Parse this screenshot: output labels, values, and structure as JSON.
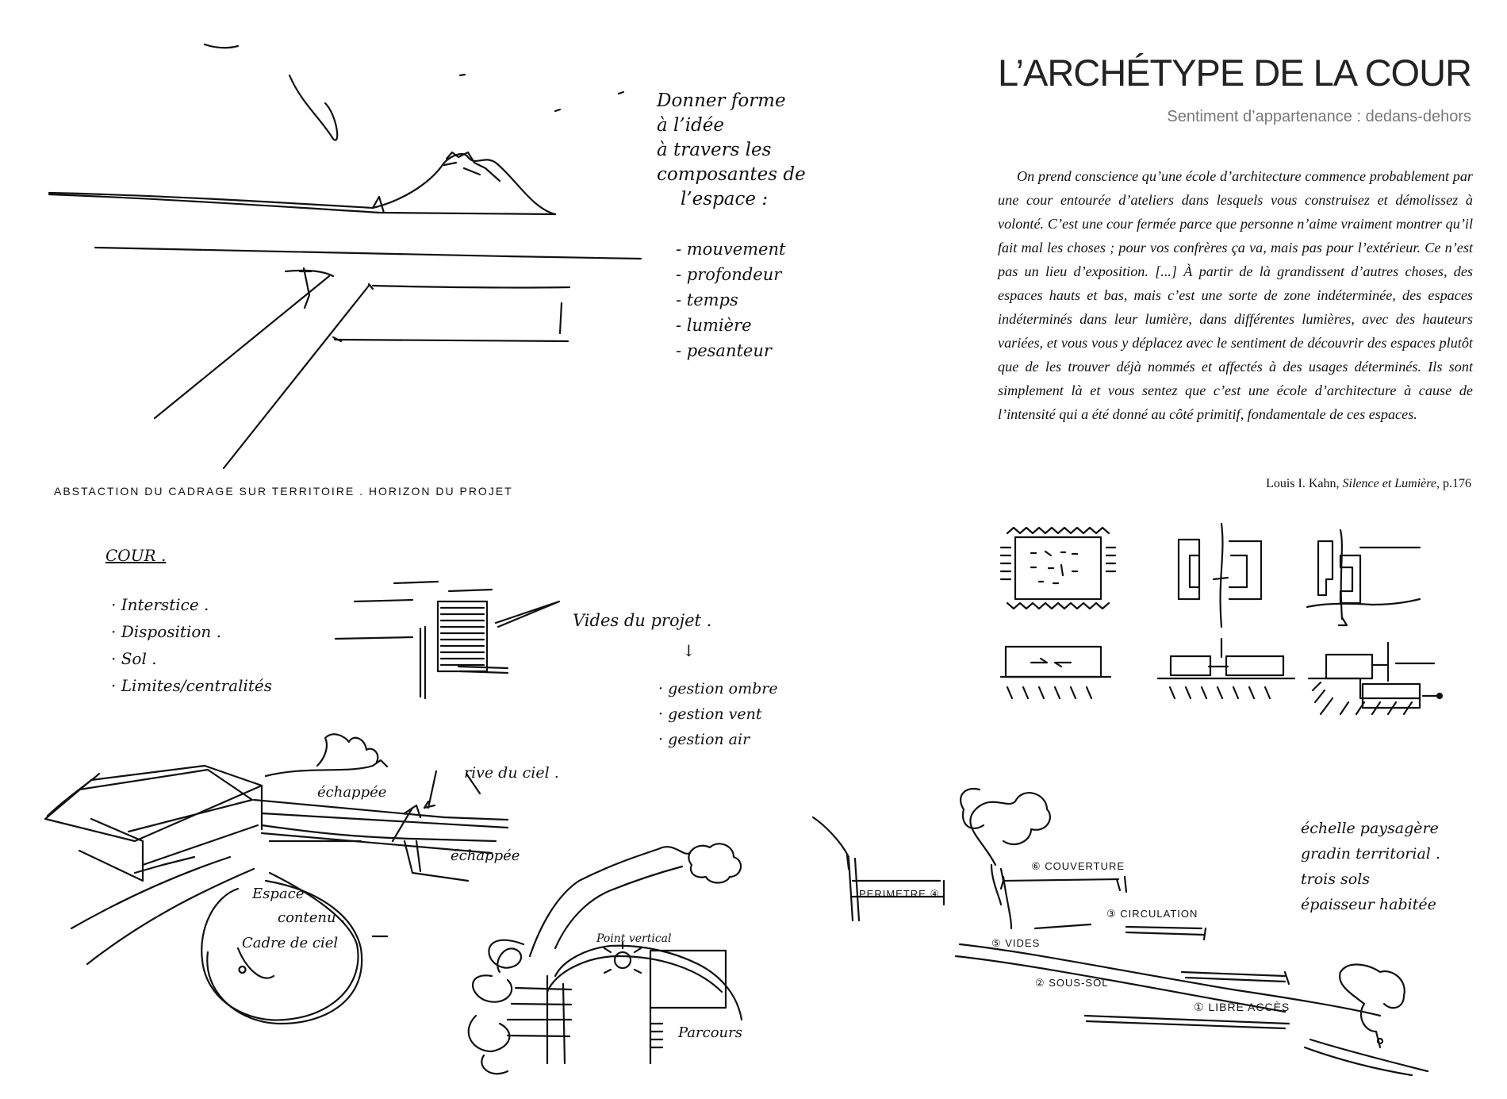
{
  "header": {
    "title": "L’ARCHÉTYPE DE LA COUR",
    "subtitle": "Sentiment d’appartenance : dedans-dehors"
  },
  "quote": {
    "text": "On prend conscience qu’une école d’architecture commence probablement par une cour entourée d’ateliers dans lesquels vous construisez et démolissez à volonté. C’est une cour fermée parce que personne n’aime vraiment montrer qu’il fait mal les choses ; pour vos confrères ça va, mais pas pour l’extérieur. Ce n’est pas un lieu d’exposition. [...] À partir de là grandissent d’autres choses, des espaces hauts et bas, mais c’est une sorte de zone indéterminée, des espaces indéterminés dans leur lumière, dans différentes lumières, avec des hauteurs variées, et vous vous y déplacez avec le sentiment de découvrir des espaces plutôt que de les trouver déjà nommés et affectés à des usages déterminés. Ils sont simplement là et vous sentez que c’est une école d’architecture à cause de l’intensité qui a été donné au côté primitif, fondamentale de ces espaces.",
    "author": "Louis I. Kahn, ",
    "book": "Silence et Lumière",
    "page": ", p.176"
  },
  "notes": {
    "idea": [
      "Donner forme",
      "à l’idée",
      "à travers les",
      "composantes de",
      "l’espace :"
    ],
    "components": [
      "- mouvement",
      "- profondeur",
      "- temps",
      "- lumière",
      "- pesanteur"
    ],
    "caption": "ABSTACTION DU CADRAGE SUR TERRITOIRE .   HORIZON DU PROJET",
    "cour_title": "COUR .",
    "cour_items": [
      "· Interstice .",
      "· Disposition .",
      "· Sol .",
      "· Limites/centralités"
    ],
    "vides_title": "Vides du projet .",
    "gestion": [
      "· gestion ombre",
      "· gestion vent",
      "· gestion air"
    ],
    "rive": "rive du ciel .",
    "echappee_1": "échappée",
    "echappee_2": "échappée",
    "espace": [
      "Espace",
      "contenu .",
      "Cadre de ciel"
    ],
    "point_vertical": "Point vertical",
    "parcours": "Parcours",
    "couverture": "⑥ COUVERTURE",
    "perimetre": "PERIMETRE ④",
    "circulation": "③ CIRCULATION",
    "vides": "⑤ VIDES",
    "sous_sol": "② SOUS-SOL",
    "libre_acces": "① LIBRE ACCÈS",
    "echelle": [
      "échelle paysagère",
      "gradin territorial .",
      "trois sols",
      "épaisseur habitée"
    ]
  }
}
